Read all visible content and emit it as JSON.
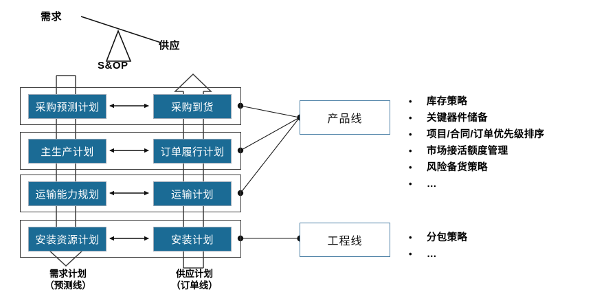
{
  "diagram": {
    "title_alt": "S&OP supply-demand planning diagram",
    "lever": {
      "demand_label": "需求",
      "supply_label": "供应",
      "fulcrum_label": "S&OP"
    },
    "plan_rows": [
      {
        "left": "采购预测计划",
        "right": "采购到货"
      },
      {
        "left": "主生产计划",
        "right": "订单履行计划"
      },
      {
        "left": "运输能力规划",
        "right": "运输计划"
      },
      {
        "left": "安装资源计划",
        "right": "安装计划"
      }
    ],
    "tracks": {
      "demand": {
        "line1": "需求计划",
        "line2": "（预测线）"
      },
      "supply": {
        "line1": "供应计划",
        "line2": "（订单线）"
      }
    },
    "categories": [
      {
        "name": "产品线",
        "bullets": [
          "库存策略",
          "关键器件储备",
          "项目/合同/订单优先级排序",
          "市场接活额度管理",
          "风险备货策略",
          "…"
        ]
      },
      {
        "name": "工程线",
        "bullets": [
          "分包策略",
          "…"
        ]
      }
    ],
    "bullet_marker": "•",
    "colors": {
      "box_fill": "#1b6b95",
      "box_text": "#ffffff",
      "frame_stroke": "#3b3b3b",
      "category_stroke": "#4a7fa5",
      "connector": "#1a1a1a"
    }
  }
}
